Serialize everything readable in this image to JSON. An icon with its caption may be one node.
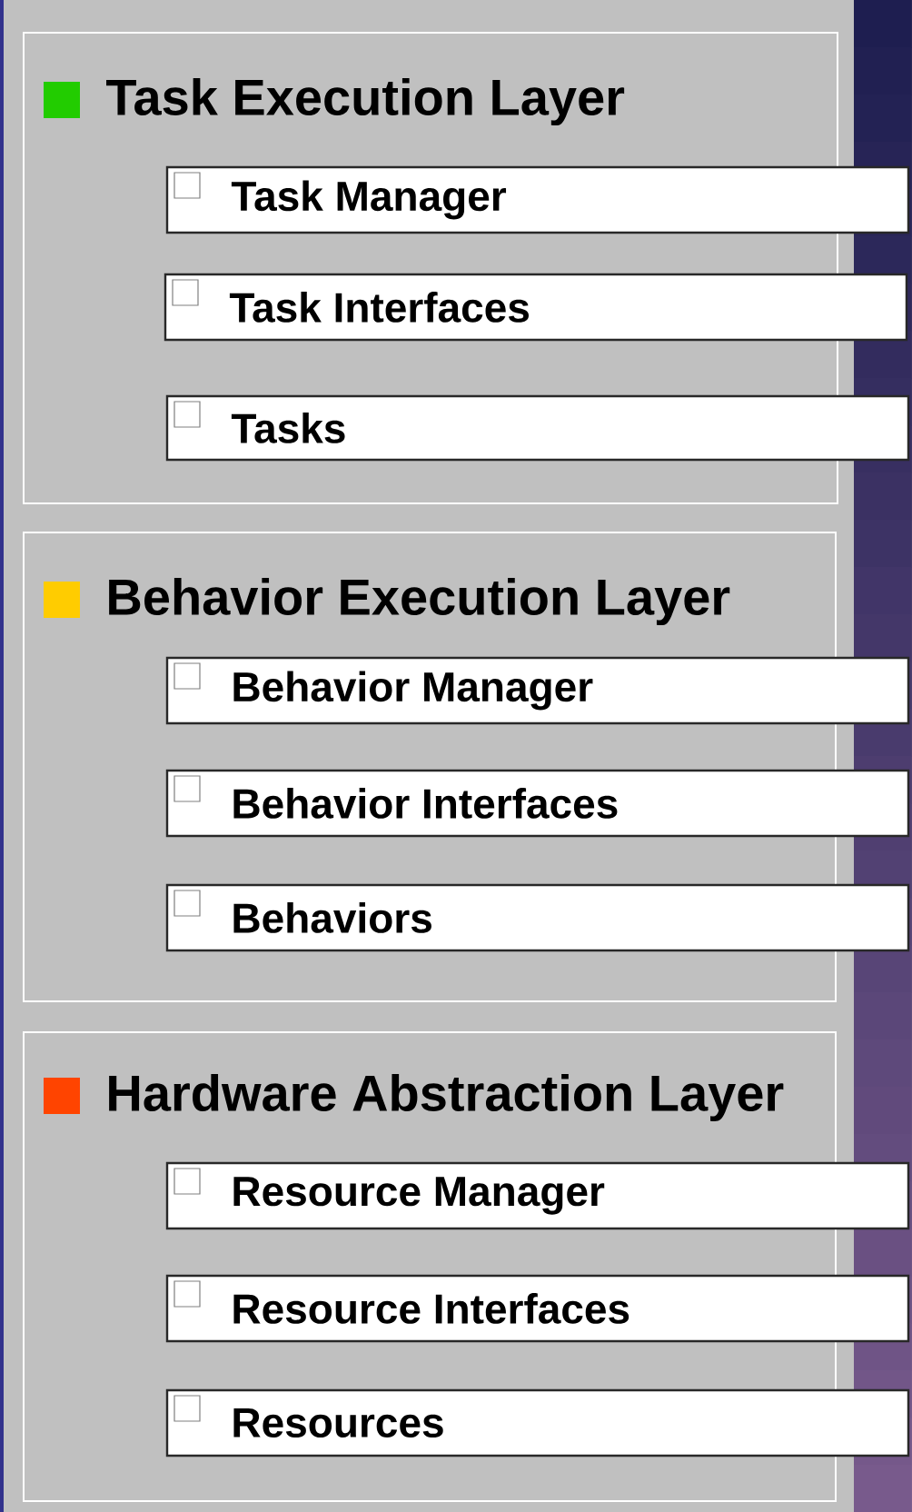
{
  "diagram": {
    "nodes": [
      {
        "text": [
          "Task Execution Layer"
        ]
      },
      {
        "text": [
          "Task Manager"
        ],
        "in": 0
      },
      {
        "text": [
          "Task Interfaces"
        ],
        "in": 0
      },
      {
        "text": [
          "Tasks"
        ],
        "in": 0
      },
      {
        "text": [
          "Behavior Execution Layer"
        ]
      },
      {
        "text": [
          "Behavior Manager"
        ],
        "in": 4
      },
      {
        "text": [
          "Behavior Interfaces"
        ],
        "in": 4
      },
      {
        "text": [
          "Behaviors"
        ],
        "in": 4
      },
      {
        "text": [
          "Hardware Abstraction Layer"
        ]
      },
      {
        "text": [
          "Resource Manager"
        ],
        "in": 8
      },
      {
        "text": [
          "Resource Interfaces"
        ],
        "in": 8
      },
      {
        "text": [
          "Resources"
        ],
        "in": 8
      }
    ]
  }
}
